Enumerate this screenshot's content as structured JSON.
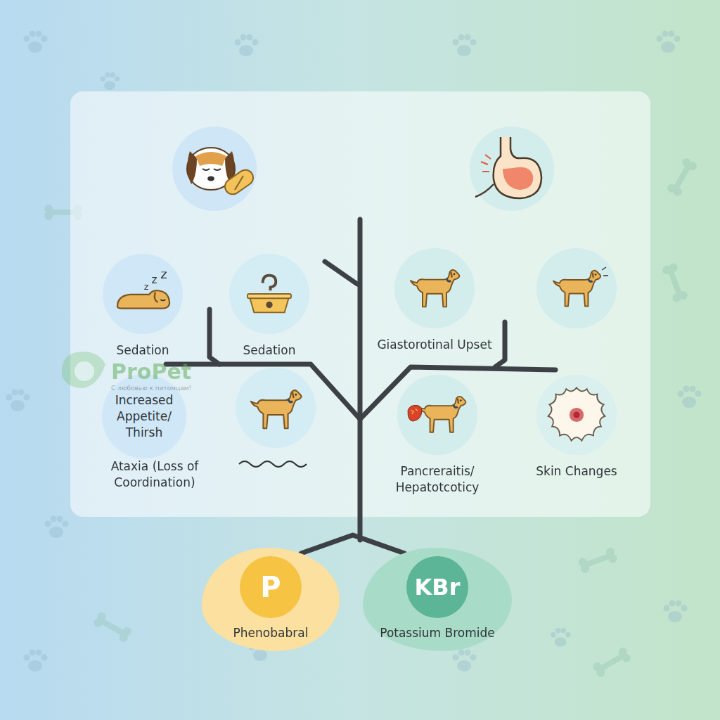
{
  "diagram": {
    "nodes": [
      {
        "text": [
          "Sedation"
        ]
      },
      {
        "text": [
          "Sedation"
        ]
      },
      {
        "text": [
          "Giastorotinal Upset"
        ]
      },
      {
        "text": [
          "Increased Appetite/ Thirsh"
        ]
      },
      {
        "text": [
          "Pancreraitis/ Hepatotcoticy"
        ]
      },
      {
        "text": [
          "Skin Changes"
        ]
      },
      {
        "text": [
          "P",
          "Phenobabral"
        ]
      },
      {
        "text": [
          "KBr",
          "Potassium Bromide"
        ]
      }
    ],
    "edges": [
      {
        "from": 6,
        "to": 7,
        "arrow": "none"
      }
    ],
    "labels": [
      "ProPet",
      "С любовью к питомцам!",
      "Ataxia (Loss of Coordination)"
    ]
  }
}
